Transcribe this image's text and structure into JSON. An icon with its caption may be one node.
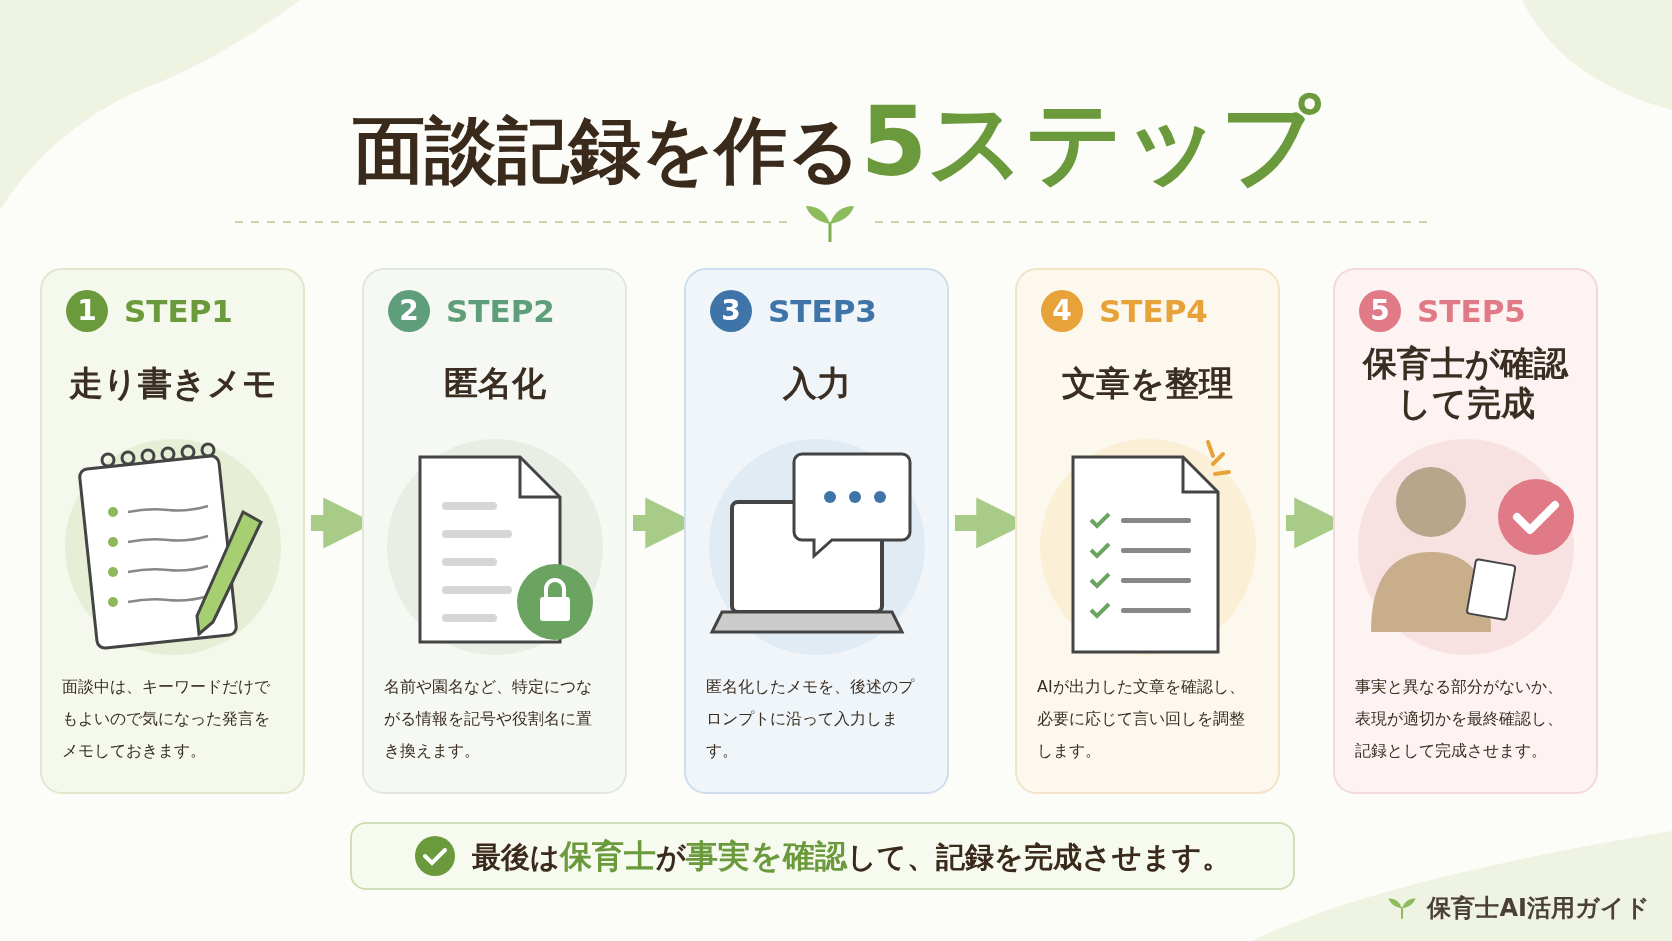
{
  "diagram": {
    "title": "面談記録を作る**5ステップ**",
    "nodes": [
      {
        "text": [
          "1",
          "STEP1",
          "走り書きメモ",
          "面談中は、キーワードだけでもよいので気になった発言をメモしておきます。"
        ]
      },
      {
        "text": [
          "2",
          "STEP2",
          "匿名化",
          "名前や園名など、特定につながる情報を記号や役割名に置き換えます。"
        ]
      },
      {
        "text": [
          "3",
          "STEP3",
          "入力",
          "匿名化したメモを、後述のプロンプトに沿って入力します。"
        ]
      },
      {
        "text": [
          "4",
          "STEP4",
          "文章を整理",
          "AIが出力した文章を確認し、必要に応じて言い回しを調整します。"
        ]
      },
      {
        "text": [
          "5",
          "STEP5",
          "保育士が確認して完成",
          "事実と異なる部分がないか、表現が適切かを最終確認し、記録として完成させます。"
        ]
      },
      {
        "text": [
          "最後は**保育士**が**事実を確認**して、記録を完成させます。"
        ]
      }
    ],
    "edges": [
      {
        "from": 0,
        "to": 1,
        "arrow": "to"
      },
      {
        "from": 1,
        "to": 2,
        "arrow": "to"
      },
      {
        "from": 2,
        "to": 3,
        "arrow": "to"
      },
      {
        "from": 3,
        "to": 4,
        "arrow": "to"
      }
    ],
    "labels": [
      "保育士AI活用ガイド"
    ]
  }
}
